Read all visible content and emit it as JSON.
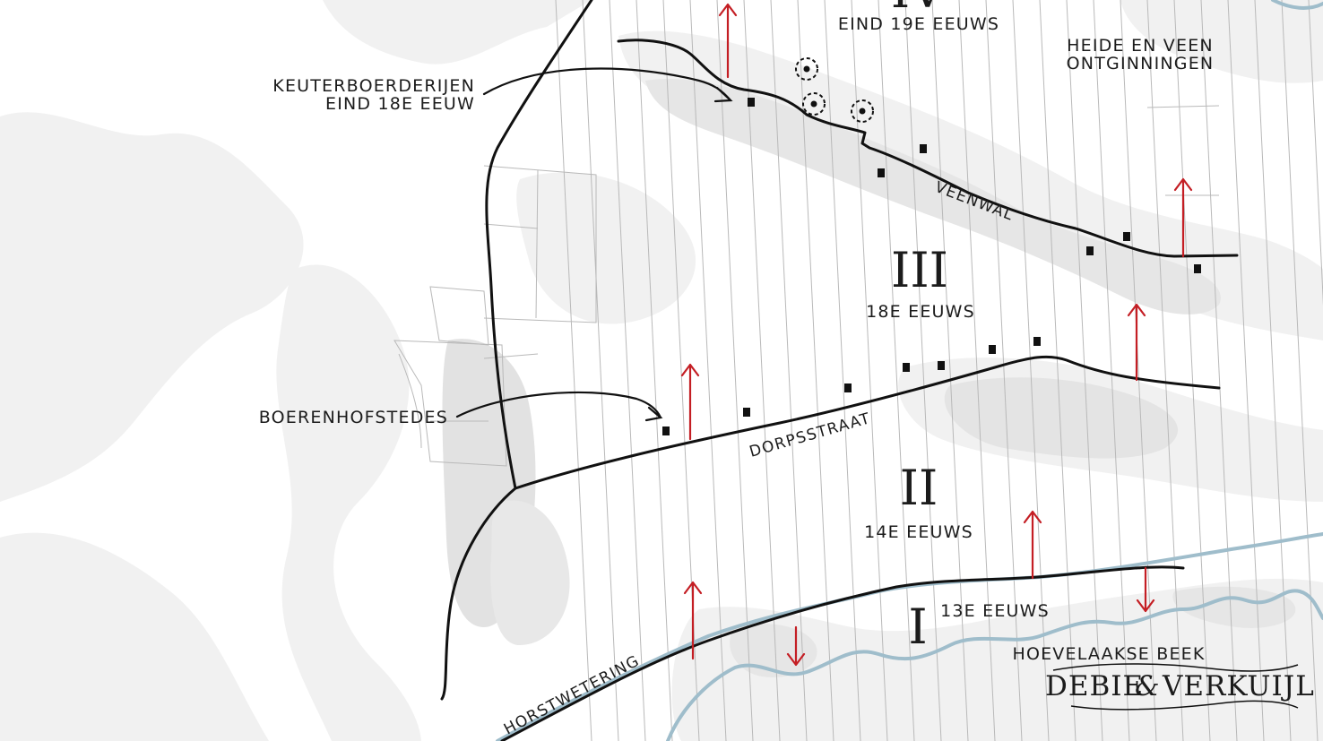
{
  "zones": {
    "zone_i": {
      "numeral": "I",
      "period": "13E EEUWS"
    },
    "zone_ii": {
      "numeral": "II",
      "period": "14E EEUWS"
    },
    "zone_iii": {
      "numeral": "III",
      "period": "18E EEUWS"
    },
    "zone_iv": {
      "numeral": "IV",
      "period": "EIND 19E EEUWS"
    }
  },
  "annotations": {
    "heide_line1": "HEIDE EN VEEN",
    "heide_line2": "ONTGINNINGEN",
    "keuter_line1": "KEUTERBOERDERIJEN",
    "keuter_line2": "EIND 18E EEUW",
    "boerenhofstedes": "BOERENHOFSTEDES"
  },
  "map_labels": {
    "veenwal": "VEENWAL",
    "dorpsstraat": "DORPSSTRAAT",
    "horstwetering": "HORSTWETERING",
    "hoevelaakse_beek": "HOEVELAAKSE BEEK"
  },
  "brand": {
    "left": "DEBIE",
    "ampersand": "&",
    "right": "VERKUIJL"
  },
  "colors": {
    "expansion_arrow": "#c41e24",
    "water": "#9fbdcb",
    "terrain_light": "#f1f1f1",
    "terrain_dark": "#e4e4e4",
    "road": "#111111"
  },
  "icons": {
    "farmstead": "black-square",
    "tree_cluster": "dashed-circle"
  }
}
